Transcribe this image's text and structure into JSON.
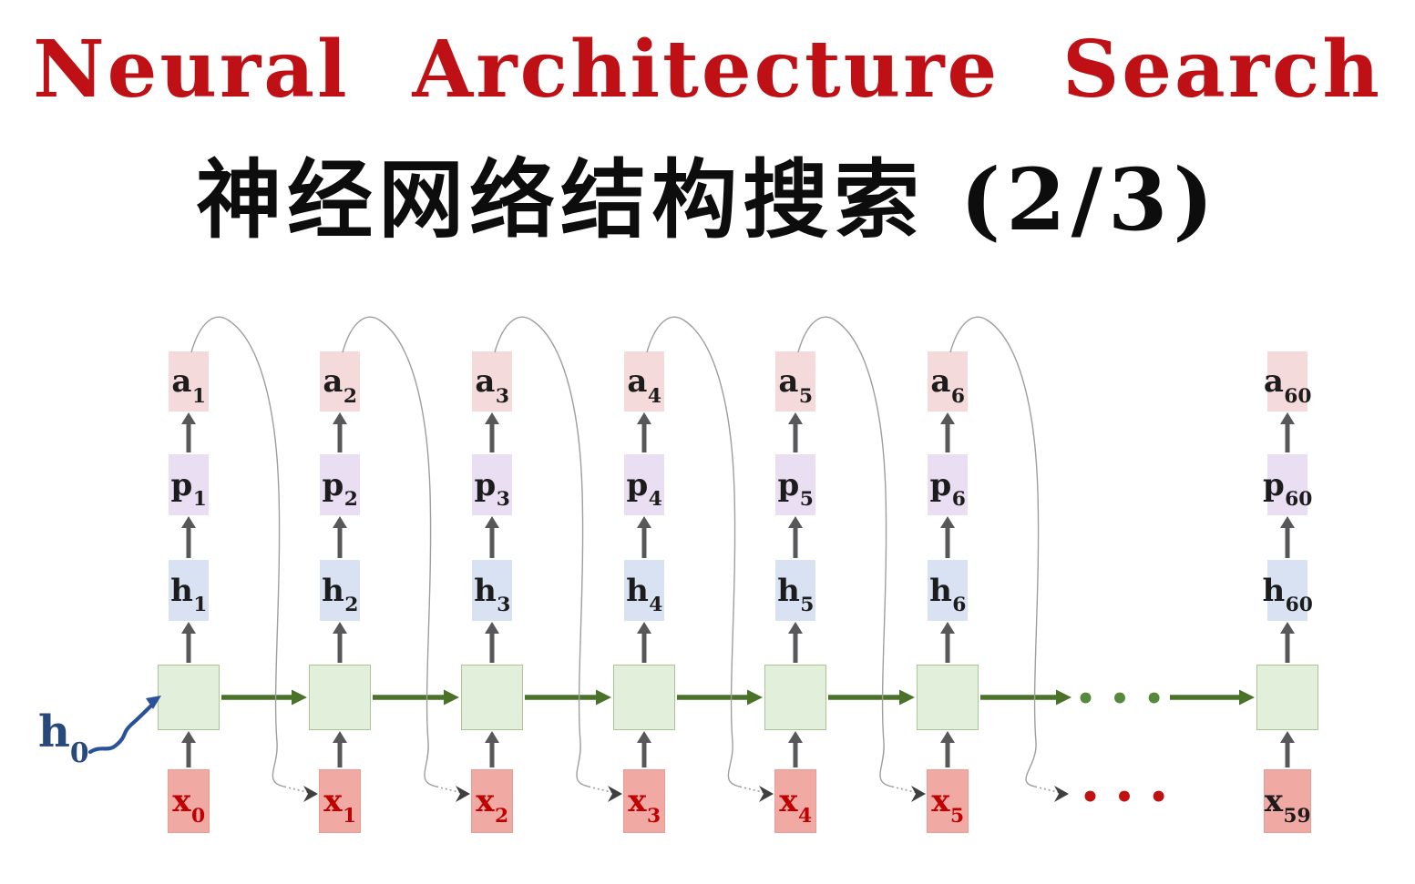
{
  "title": {
    "text": "Neural Architecture Search"
  },
  "subtitle": {
    "text": "神经网络结构搜索  (2/3)"
  },
  "h0": {
    "base": "h",
    "sub": "0"
  },
  "colors": {
    "title_red": "#bf1016",
    "x_label_red": "#c00000",
    "h0_blue": "#28497c",
    "blue_arrow": "#2a529b",
    "gray_arrow": "#58585a",
    "green_arrow": "#4a7229",
    "feedback_curve_gray": "#9e9e9e",
    "a_box_fill": "#f4dadb",
    "p_box_fill": "#eadef3",
    "h_box_fill": "#d9e2f2",
    "cell_fill": "#e2efda",
    "cell_border": "#a9c694",
    "x_box_fill": "#f1a9a4",
    "green_dots": "#56893d",
    "red_dots": "#c11212"
  },
  "diagram": {
    "columns": [
      {
        "a_base": "a",
        "a_sub": "1",
        "p_base": "p",
        "p_sub": "1",
        "h_base": "h",
        "h_sub": "1",
        "x_base": "x",
        "x_sub": "0",
        "has_feedback_curve": true
      },
      {
        "a_base": "a",
        "a_sub": "2",
        "p_base": "p",
        "p_sub": "2",
        "h_base": "h",
        "h_sub": "2",
        "x_base": "x",
        "x_sub": "1",
        "has_feedback_curve": true
      },
      {
        "a_base": "a",
        "a_sub": "3",
        "p_base": "p",
        "p_sub": "3",
        "h_base": "h",
        "h_sub": "3",
        "x_base": "x",
        "x_sub": "2",
        "has_feedback_curve": true
      },
      {
        "a_base": "a",
        "a_sub": "4",
        "p_base": "p",
        "p_sub": "4",
        "h_base": "h",
        "h_sub": "4",
        "x_base": "x",
        "x_sub": "3",
        "has_feedback_curve": true
      },
      {
        "a_base": "a",
        "a_sub": "5",
        "p_base": "p",
        "p_sub": "5",
        "h_base": "h",
        "h_sub": "5",
        "x_base": "x",
        "x_sub": "4",
        "has_feedback_curve": true
      },
      {
        "a_base": "a",
        "a_sub": "6",
        "p_base": "p",
        "p_sub": "6",
        "h_base": "h",
        "h_sub": "6",
        "x_base": "x",
        "x_sub": "5",
        "has_feedback_curve": true
      },
      {
        "a_base": "a",
        "a_sub": "60",
        "p_base": "p",
        "p_sub": "60",
        "h_base": "h",
        "h_sub": "60",
        "x_base": "x",
        "x_sub": "59",
        "has_feedback_curve": false
      }
    ],
    "recurrent_ellipsis": "• • •",
    "input_ellipsis": "• • •"
  }
}
